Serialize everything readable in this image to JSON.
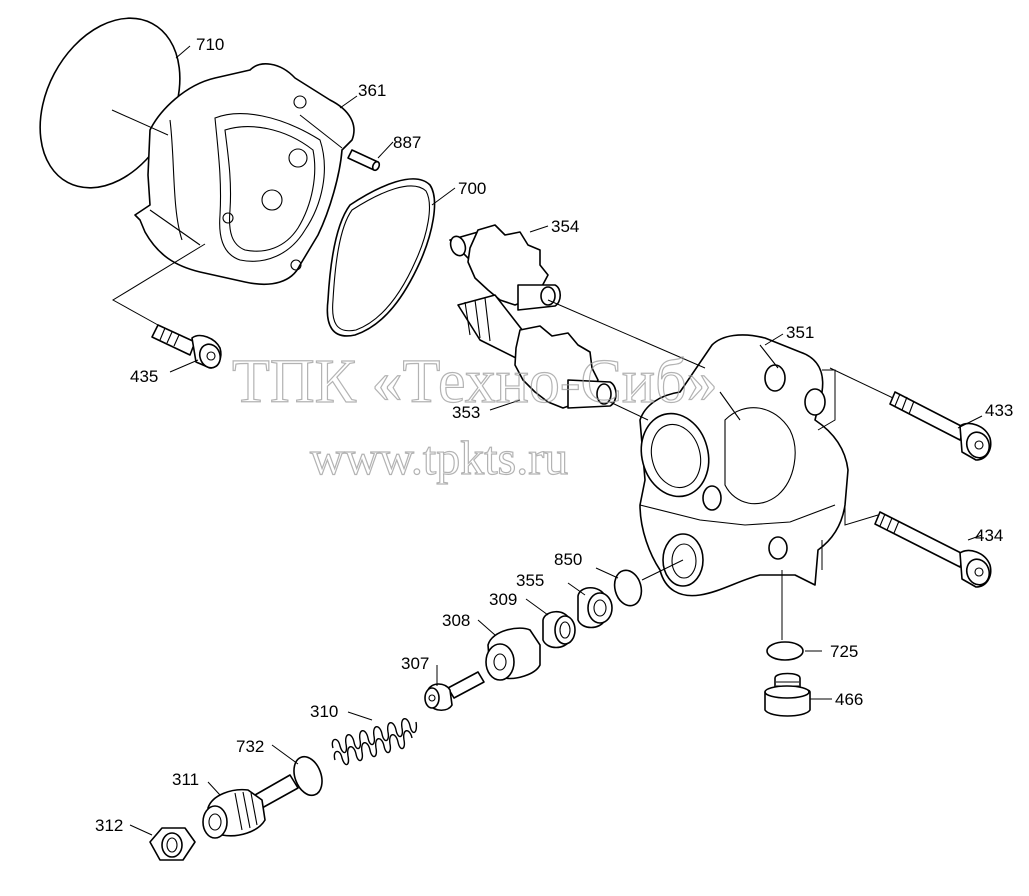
{
  "watermark": {
    "line1": "ТПК «Техно-Сиб»",
    "line2": "www.tpkts.ru"
  },
  "callouts": [
    {
      "id": "710",
      "text": "710"
    },
    {
      "id": "361",
      "text": "361"
    },
    {
      "id": "887",
      "text": "887"
    },
    {
      "id": "700",
      "text": "700"
    },
    {
      "id": "354",
      "text": "354"
    },
    {
      "id": "351",
      "text": "351"
    },
    {
      "id": "435",
      "text": "435"
    },
    {
      "id": "353",
      "text": "353"
    },
    {
      "id": "433",
      "text": "433"
    },
    {
      "id": "434",
      "text": "434"
    },
    {
      "id": "850",
      "text": "850"
    },
    {
      "id": "355",
      "text": "355"
    },
    {
      "id": "309",
      "text": "309"
    },
    {
      "id": "308",
      "text": "308"
    },
    {
      "id": "307",
      "text": "307"
    },
    {
      "id": "725",
      "text": "725"
    },
    {
      "id": "466",
      "text": "466"
    },
    {
      "id": "310",
      "text": "310"
    },
    {
      "id": "732",
      "text": "732"
    },
    {
      "id": "311",
      "text": "311"
    },
    {
      "id": "312",
      "text": "312"
    }
  ]
}
